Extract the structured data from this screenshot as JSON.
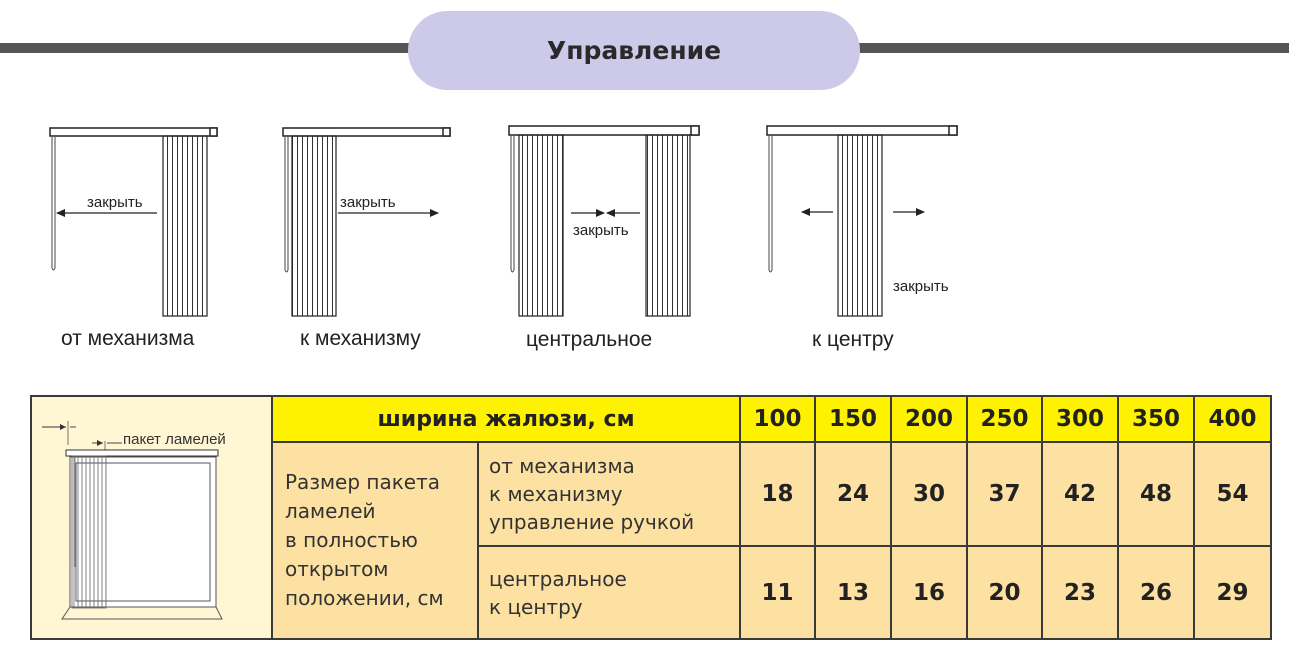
{
  "header": {
    "title": "Управление"
  },
  "diagrams": {
    "close_label": "закрыть",
    "captions": [
      "от механизма",
      "к механизму",
      "центральное",
      "к центру"
    ]
  },
  "table": {
    "thumb_label": "пакет ламелей",
    "head_title": "ширина жалюзи, см",
    "widths": [
      "100",
      "150",
      "200",
      "250",
      "300",
      "350",
      "400"
    ],
    "row_label_lines": [
      "Размер пакета",
      "ламелей",
      "в полностью",
      "открытом",
      "положении, см"
    ],
    "rows": [
      {
        "lines": [
          "от механизма",
          "к механизму",
          "управление ручкой"
        ],
        "values": [
          "18",
          "24",
          "30",
          "37",
          "42",
          "48",
          "54"
        ]
      },
      {
        "lines": [
          "центральное",
          "к центру"
        ],
        "values": [
          "11",
          "13",
          "16",
          "20",
          "23",
          "26",
          "29"
        ]
      }
    ]
  },
  "colors": {
    "pill": "#cdc9e9",
    "header_cells": "#fff200",
    "body_cells": "#fce1a2",
    "thumb_bg": "#fff7d4",
    "bar": "#555555"
  }
}
